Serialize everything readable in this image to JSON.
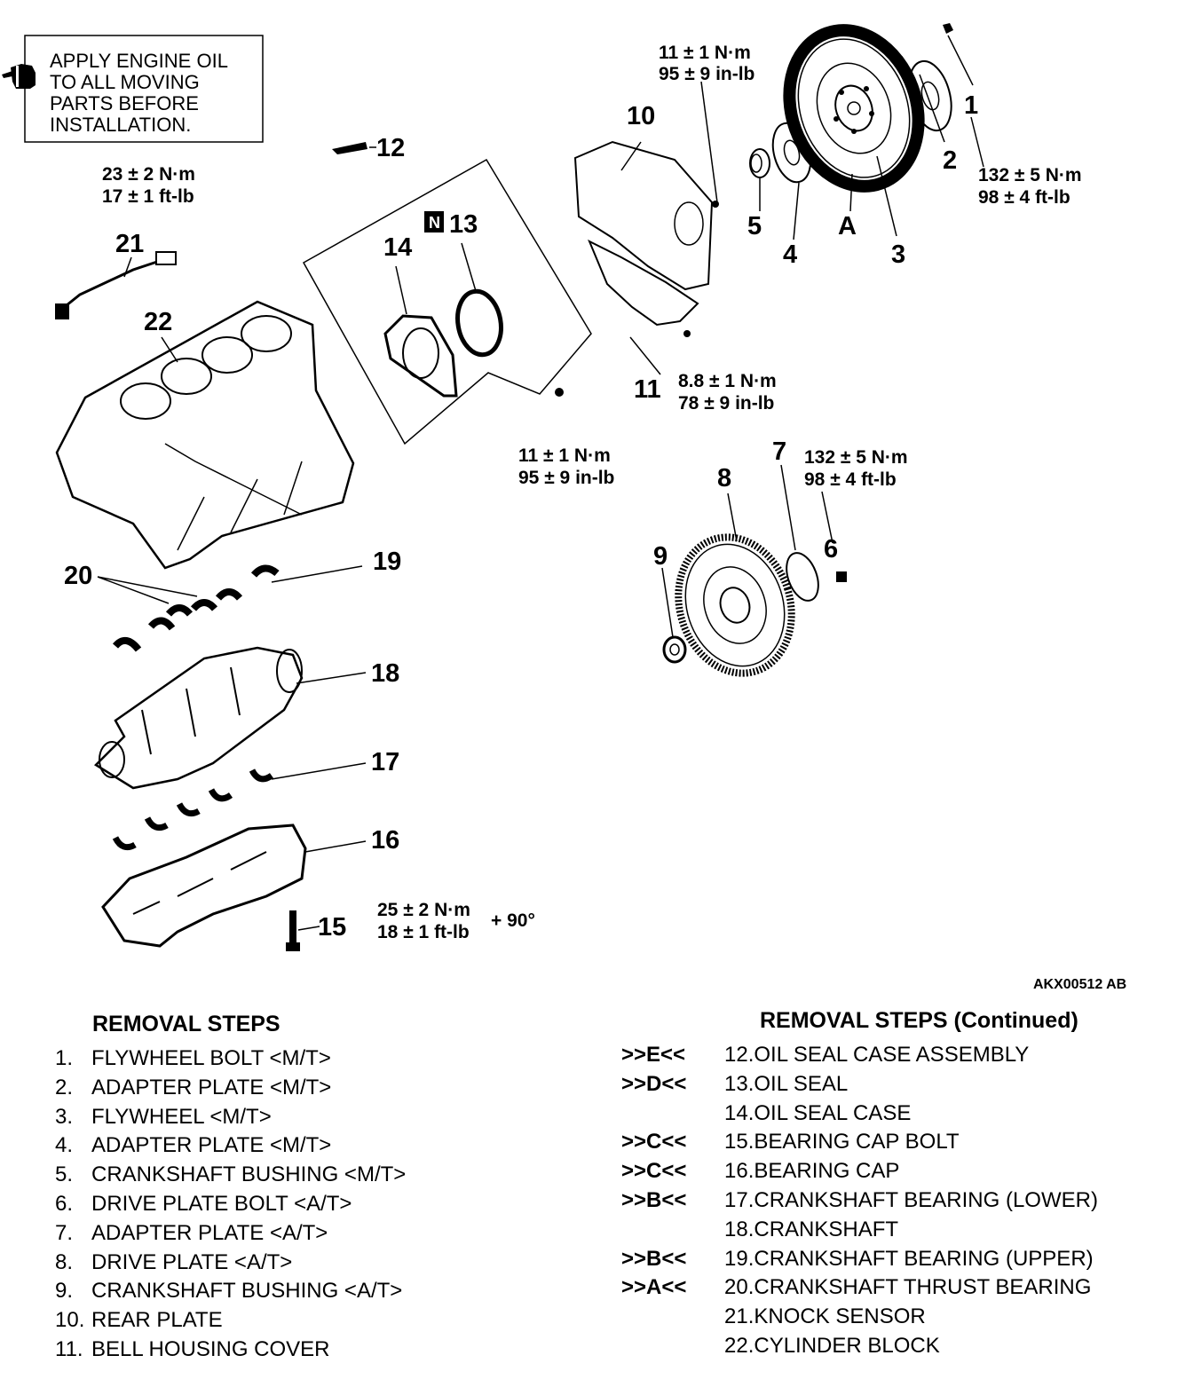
{
  "note": {
    "lines": [
      "APPLY ENGINE OIL",
      "TO ALL MOVING",
      "PARTS BEFORE",
      "INSTALLATION."
    ]
  },
  "figure_code": "AKX00512 AB",
  "special_symbol": "N",
  "angle_suffix": "+ 90°",
  "torques": {
    "t_rear_plate_top": [
      "11 ± 1 N·m",
      "95 ± 9 in-lb"
    ],
    "t_flywheel": [
      "132 ± 5 N·m",
      "98 ± 4 ft-lb"
    ],
    "t_knock": [
      "23 ± 2 N·m",
      "17 ± 1 ft-lb"
    ],
    "t_bell": [
      "8.8 ± 1 N·m",
      "78 ± 9 in-lb"
    ],
    "t_seal_case": [
      "11 ± 1 N·m",
      "95 ± 9 in-lb"
    ],
    "t_drive_plate": [
      "132 ± 5 N·m",
      "98 ± 4 ft-lb"
    ],
    "t_bearing_cap": [
      "25 ± 2 N·m",
      "18 ± 1 ft-lb"
    ]
  },
  "callouts": {
    "c1": "1",
    "c2": "2",
    "c3": "3",
    "c4": "4",
    "c5": "5",
    "c6": "6",
    "c7": "7",
    "c8": "8",
    "c9": "9",
    "c10": "10",
    "c11": "11",
    "c12": "12",
    "c13": "13",
    "c14": "14",
    "c15": "15",
    "c16": "16",
    "c17": "17",
    "c18": "18",
    "c19": "19",
    "c20": "20",
    "c21": "21",
    "c22": "22",
    "cA": "A"
  },
  "steps_left": {
    "title": "REMOVAL STEPS",
    "items": [
      {
        "num": "1.",
        "label": "FLYWHEEL BOLT <M/T>"
      },
      {
        "num": "2.",
        "label": "ADAPTER PLATE <M/T>"
      },
      {
        "num": "3.",
        "label": "FLYWHEEL <M/T>"
      },
      {
        "num": "4.",
        "label": "ADAPTER PLATE <M/T>"
      },
      {
        "num": "5.",
        "label": "CRANKSHAFT BUSHING <M/T>"
      },
      {
        "num": "6.",
        "label": "DRIVE PLATE BOLT <A/T>"
      },
      {
        "num": "7.",
        "label": "ADAPTER PLATE <A/T>"
      },
      {
        "num": "8.",
        "label": "DRIVE PLATE <A/T>"
      },
      {
        "num": "9.",
        "label": "CRANKSHAFT BUSHING <A/T>"
      },
      {
        "num": "10.",
        "label": "REAR PLATE"
      },
      {
        "num": "11.",
        "label": "BELL HOUSING COVER"
      }
    ]
  },
  "steps_right": {
    "title": "REMOVAL STEPS (Continued)",
    "items": [
      {
        "ref": ">>E<<",
        "label": "12.OIL SEAL CASE ASSEMBLY"
      },
      {
        "ref": ">>D<<",
        "label": "13.OIL SEAL"
      },
      {
        "ref": "",
        "label": "14.OIL SEAL CASE"
      },
      {
        "ref": ">>C<<",
        "label": "15.BEARING CAP BOLT"
      },
      {
        "ref": ">>C<<",
        "label": "16.BEARING CAP"
      },
      {
        "ref": ">>B<<",
        "label": "17.CRANKSHAFT BEARING (LOWER)"
      },
      {
        "ref": "",
        "label": "18.CRANKSHAFT"
      },
      {
        "ref": ">>B<<",
        "label": "19.CRANKSHAFT BEARING (UPPER)"
      },
      {
        "ref": ">>A<<",
        "label": "20.CRANKSHAFT THRUST BEARING"
      },
      {
        "ref": "",
        "label": "21.KNOCK SENSOR"
      },
      {
        "ref": "",
        "label": "22.CYLINDER BLOCK"
      }
    ]
  }
}
